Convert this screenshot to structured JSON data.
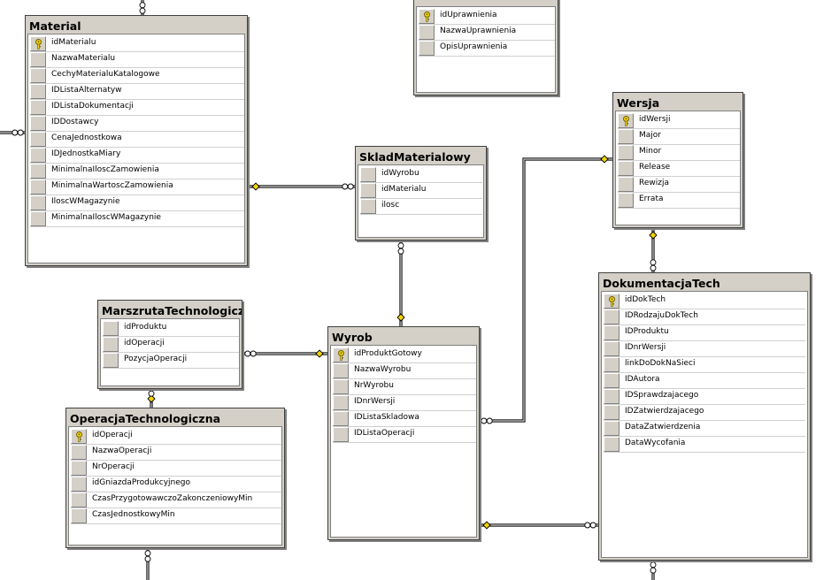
{
  "tables": [
    {
      "id": "uprawnienia",
      "name": "",
      "columns": [
        {
          "name": "idUprawnienia",
          "pk": true
        },
        {
          "name": "NazwaUprawnienia",
          "pk": false
        },
        {
          "name": "OpisUprawnienia",
          "pk": false
        }
      ]
    },
    {
      "id": "material",
      "name": "Material",
      "columns": [
        {
          "name": "idMaterialu",
          "pk": true
        },
        {
          "name": "NazwaMaterialu",
          "pk": false
        },
        {
          "name": "CechyMaterialuKatalogowe",
          "pk": false
        },
        {
          "name": "IDListaAlternatyw",
          "pk": false
        },
        {
          "name": "IDListaDokumentacji",
          "pk": false
        },
        {
          "name": "IDDostawcy",
          "pk": false
        },
        {
          "name": "CenaJednostkowa",
          "pk": false
        },
        {
          "name": "IDJednostkaMiary",
          "pk": false
        },
        {
          "name": "MinimalnaIloscZamowienia",
          "pk": false
        },
        {
          "name": "MinimalnaWartoscZamowienia",
          "pk": false
        },
        {
          "name": "IloscWMagazynie",
          "pk": false
        },
        {
          "name": "MinimalnaIloscWMagazynie",
          "pk": false
        }
      ]
    },
    {
      "id": "wersja",
      "name": "Wersja",
      "columns": [
        {
          "name": "idWersji",
          "pk": true
        },
        {
          "name": "Major",
          "pk": false
        },
        {
          "name": "Minor",
          "pk": false
        },
        {
          "name": "Release",
          "pk": false
        },
        {
          "name": "Rewizja",
          "pk": false
        },
        {
          "name": "Errata",
          "pk": false
        }
      ]
    },
    {
      "id": "skladmaterialowy",
      "name": "SkladMaterialowy",
      "columns": [
        {
          "name": "idWyrobu",
          "pk": false
        },
        {
          "name": "idMaterialu",
          "pk": false
        },
        {
          "name": "ilosc",
          "pk": false
        }
      ]
    },
    {
      "id": "marszruta",
      "name": "MarszrutaTechnologiczna",
      "columns": [
        {
          "name": "idProduktu",
          "pk": false
        },
        {
          "name": "idOperacji",
          "pk": false
        },
        {
          "name": "PozycjaOperacji",
          "pk": false
        }
      ]
    },
    {
      "id": "wyrob",
      "name": "Wyrob",
      "columns": [
        {
          "name": "idProduktGotowy",
          "pk": true
        },
        {
          "name": "NazwaWyrobu",
          "pk": false
        },
        {
          "name": "NrWyrobu",
          "pk": false
        },
        {
          "name": "IDnrWersji",
          "pk": false
        },
        {
          "name": "IDListaSkladowa",
          "pk": false
        },
        {
          "name": "IDListaOperacji",
          "pk": false
        }
      ]
    },
    {
      "id": "dokumentacjatech",
      "name": "DokumentacjaTech",
      "columns": [
        {
          "name": "idDokTech",
          "pk": true
        },
        {
          "name": "IDRodzajuDokTech",
          "pk": false
        },
        {
          "name": "IDProduktu",
          "pk": false
        },
        {
          "name": "IDnrWersji",
          "pk": false
        },
        {
          "name": "linkDoDokNaSieci",
          "pk": false
        },
        {
          "name": "IDAutora",
          "pk": false
        },
        {
          "name": "IDSprawdzajacego",
          "pk": false
        },
        {
          "name": "IDZatwierdzajacego",
          "pk": false
        },
        {
          "name": "DataZatwierdzenia",
          "pk": false
        },
        {
          "name": "DataWycofania",
          "pk": false
        }
      ]
    },
    {
      "id": "operacja",
      "name": "OperacjaTechnologiczna",
      "columns": [
        {
          "name": "idOperacji",
          "pk": true
        },
        {
          "name": "NazwaOperacji",
          "pk": false
        },
        {
          "name": "NrOperacji",
          "pk": false
        },
        {
          "name": "idGniazdaProdukcyjnego",
          "pk": false
        },
        {
          "name": "CzasPrzygotowawczoZakonczeniowyMin",
          "pk": false
        },
        {
          "name": "CzasJednostkowyMin",
          "pk": false
        }
      ]
    }
  ],
  "relationships": [
    {
      "id": "material-sklad",
      "one": "material",
      "many": "skladmaterialowy"
    },
    {
      "id": "wyrob-sklad",
      "one": "wyrob",
      "many": "skladmaterialowy"
    },
    {
      "id": "wyrob-marszruta",
      "one": "wyrob",
      "many": "marszruta"
    },
    {
      "id": "operacja-marszruta",
      "one": "operacja",
      "many": "marszruta"
    },
    {
      "id": "wersja-wyrob",
      "one": "wersja",
      "many": "wyrob"
    },
    {
      "id": "wersja-dokumentacja",
      "one": "wersja",
      "many": "dokumentacjatech"
    },
    {
      "id": "wyrob-dokumentacja",
      "one": "wyrob",
      "many": "dokumentacjatech"
    },
    {
      "id": "material-offscreen",
      "one": "",
      "many": "material"
    },
    {
      "id": "material-offscreen-top",
      "one": "",
      "many": "material"
    },
    {
      "id": "operacja-offscreen",
      "one": "",
      "many": "operacja"
    },
    {
      "id": "dokumentacja-offscreen",
      "one": "",
      "many": "dokumentacjatech"
    }
  ],
  "colors": {
    "key": "#f2d400",
    "key_outline": "#6b5a00",
    "title_bar": "#d4d0c8",
    "line": "#000000"
  }
}
